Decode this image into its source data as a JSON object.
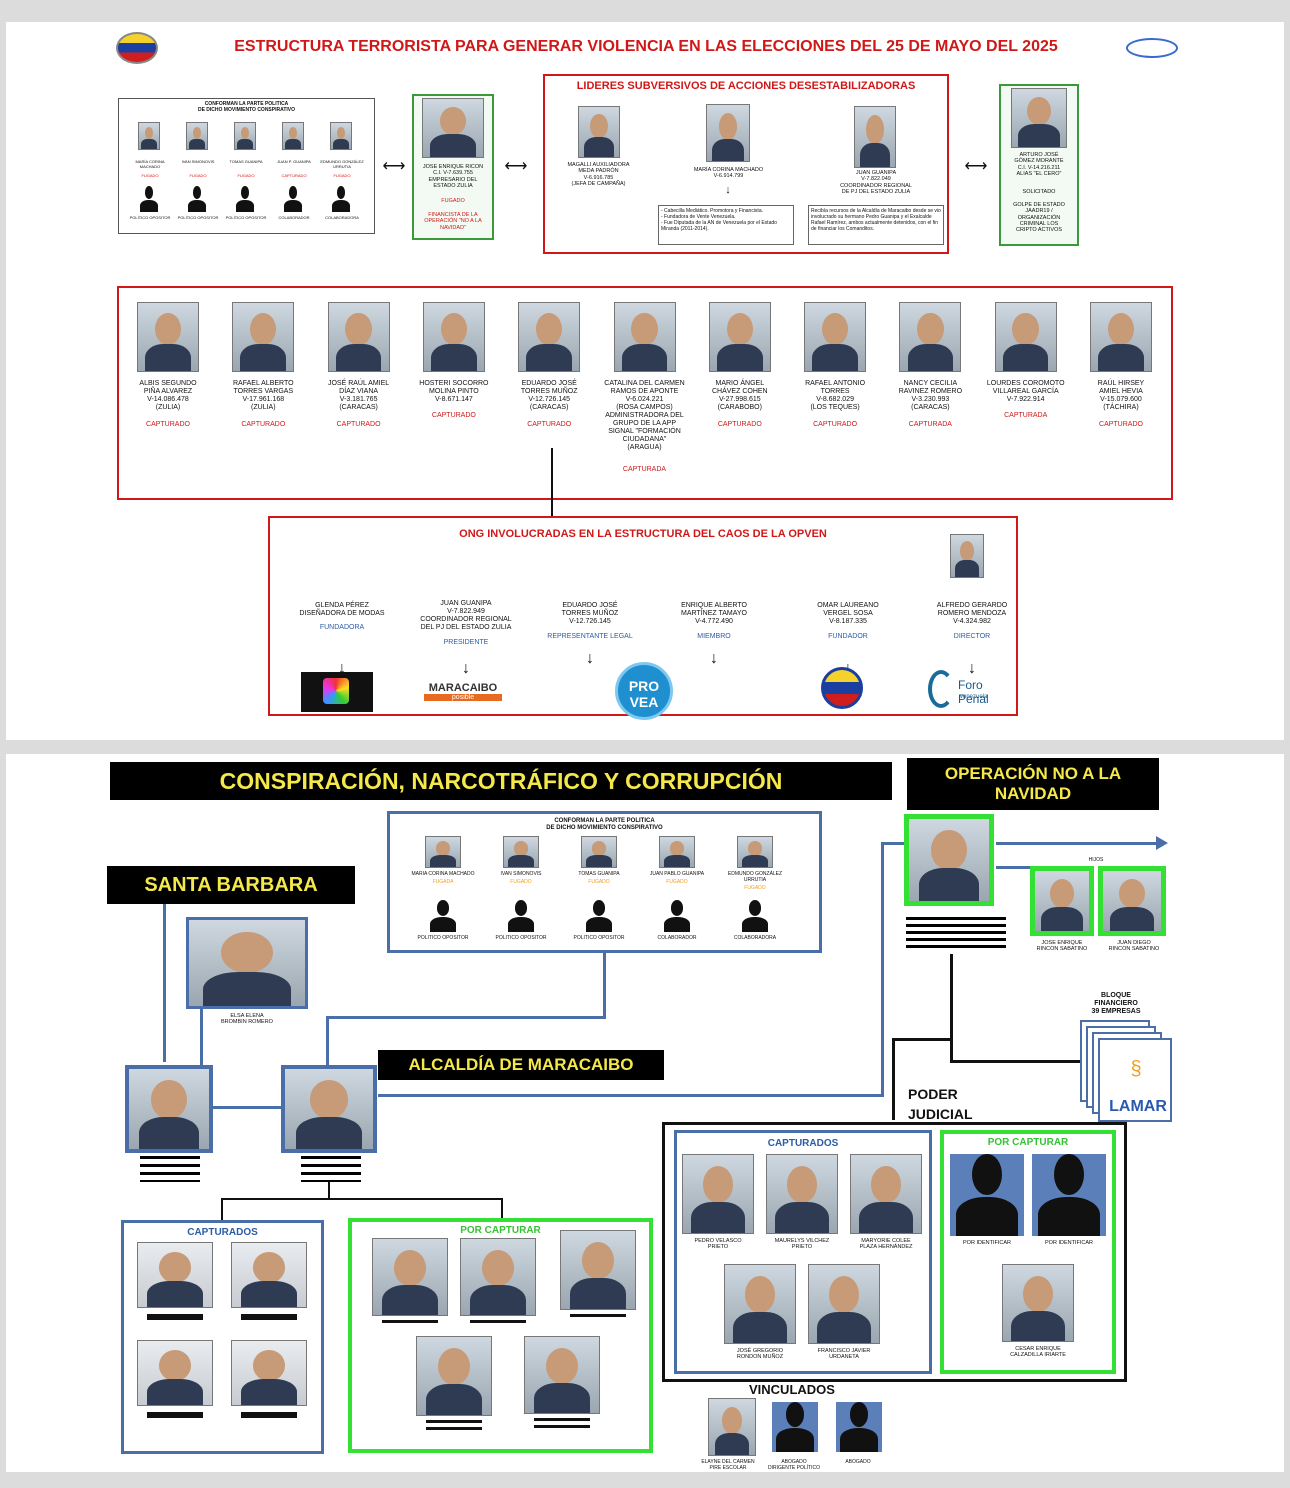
{
  "top": {
    "title": "ESTRUCTURA TERRORISTA PARA GENERAR VIOLENCIA EN LAS ELECCIONES DEL 25 DE MAYO DEL 2025",
    "political_box": {
      "header": "CONFORMAN LA PARTE POLITICA\nDE DICHO MOVIMIENTO CONSPIRATIVO",
      "members": [
        {
          "name": "MARÍA CORINA\nMACHADO",
          "status": "FUGADO"
        },
        {
          "name": "IVAN SIMONOVIS",
          "status": "FUGADO"
        },
        {
          "name": "TOMAS GUANIPA",
          "status": "FUGADO"
        },
        {
          "name": "JUAN P. GUANIPA",
          "status": "CAPTURADO"
        },
        {
          "name": "EDMUNDO GONZÁLEZ\nURRUTIA",
          "status": "FUGADO"
        }
      ],
      "roles": [
        "POLÍTICO OPOSITOR",
        "POLÍTICO OPOSITOR",
        "POLÍTICO OPOSITOR",
        "COLABORADOR",
        "COLABORADORA"
      ]
    },
    "rincon": {
      "text": "JOSE ENRIQUE RICON\nC.I. V-7.639.755\nEMPRESARIO DEL\nESTADO ZULIA",
      "status": "FUGADO",
      "role": "FINANCISTA DE LA\nOPERACIÓN \"NO A LA\nNAVIDAD\""
    },
    "leaders": {
      "header": "LIDERES SUBVERSIVOS DE ACCIONES DESESTABILIZADORAS",
      "people": [
        {
          "text": "MAGALLI AUXILIADORA\nMEDA PADRÓN\nV-6.916.785\n(JEFA DE CAMPAÑA)"
        },
        {
          "text": "MARÍA CORINA MACHADO\nV-6.914.799"
        },
        {
          "text": "JUAN GUANIPA\nV-7.822.049\nCOORDINADOR REGIONAL\nDE PJ DEL ESTADO ZULIA"
        }
      ],
      "note1": "- Cabecilla Mediático. Promotora y Financista.\n- Fundadora de Vente Venezuela.\n- Fue Diputada de la AN de Venezuela por el Estado Miranda (2011-2014).",
      "note2": "Recibía recursos de la Alcaldía de Maracaibo desde se vio involucrado su hermano Pedro Guanipa y el Exalcalde Rafael Ramírez, ambos actualmente detenidos, con el fin de financiar los Comanditos."
    },
    "arturo": {
      "text": "ARTURO JOSÉ\nGÓMEZ MORANTE\nC.I. V-14.216.211\nALIAS \"EL CERO\"",
      "status": "SOLICITADO",
      "role": "GOLPE DE ESTADO\nJAADR19 /\nORGANIZACIÓN\nCRIMINAL LOS\nCRIPTO ACTIVOS"
    },
    "captured": [
      {
        "text": "ALBIS SEGUNDO\nPIÑA ALVAREZ\nV-14.086.478\n(ZULIA)",
        "status": "CAPTURADO"
      },
      {
        "text": "RAFAEL ALBERTO\nTORRES VARGAS\nV-17.961.168\n(ZULIA)",
        "status": "CAPTURADO"
      },
      {
        "text": "JOSÉ RAÚL AMIEL\nDÍAZ VIANA\nV-3.181.765\n(CARACAS)",
        "status": "CAPTURADO"
      },
      {
        "text": "HOSTERI SOCORRO\nMOLINA PINTO\nV-8.671.147",
        "status": "CAPTURADO"
      },
      {
        "text": "EDUARDO JOSÉ\nTORRES MUÑOZ\nV-12.726.145\n(CARACAS)",
        "status": "CAPTURADO"
      },
      {
        "text": "CATALINA DEL CARMEN\nRAMOS DE APONTE\nV-6.024.221\n(ROSA CAMPOS)\nADMINISTRADORA DEL\nGRUPO DE LA APP\nSIGNAL \"FORMACIÓN\nCIUDADANA\"\n(ARAGUA)",
        "status": "CAPTURADA"
      },
      {
        "text": "MARIO ÁNGEL\nCHÁVEZ COHEN\nV-27.998.615\n(CARABOBO)",
        "status": "CAPTURADO"
      },
      {
        "text": "RAFAEL ANTONIO\nTORRES\nV-8.682.029\n(LOS TEQUES)",
        "status": "CAPTURADO"
      },
      {
        "text": "NANCY CECILIA\nRAVINEZ ROMERO\nV-3.230.993\n(CARACAS)",
        "status": "CAPTURADA"
      },
      {
        "text": "LOURDES COROMOTO\nVILLAREAL GARCÍA\nV-7.922.914",
        "status": "CAPTURADA"
      },
      {
        "text": "RAÚL HIRSEY\nAMIEL HEVIA\nV-15.079.600\n(TÁCHIRA)",
        "status": "CAPTURADO"
      }
    ],
    "ong": {
      "header": "ONG INVOLUCRADAS EN LA ESTRUCTURA DEL CAOS DE LA OPVEN",
      "people": [
        {
          "text": "GLENDA PÉREZ\nDISEÑADORA DE MODAS",
          "role": "FUNDADORA"
        },
        {
          "text": "JUAN GUANIPA\nV-7.822.949\nCOORDINADOR REGIONAL\nDEL PJ DEL ESTADO ZULIA",
          "role": "PRESIDENTE"
        },
        {
          "text": "EDUARDO JOSÉ\nTORRES MUÑOZ\nV-12.726.145",
          "role": "REPRESENTANTE LEGAL"
        },
        {
          "text": "ENRIQUE ALBERTO\nMARTÍNEZ TAMAYO\nV-4.772.490",
          "role": "MIEMBRO"
        },
        {
          "text": "OMAR LAUREANO\nVERGEL SOSA\nV-8.187.335",
          "role": "FUNDADOR"
        },
        {
          "text": "ALFREDO GERARDO\nROMERO MENDOZA\nV-4.324.982",
          "role": "DIRECTOR"
        }
      ],
      "logos": {
        "maracaibo": "MARACAIBO",
        "maracaibo_sub": "posible",
        "provea": "PRO\nVEA",
        "foro": "Foro Penal",
        "foro_sub": "venezuela"
      }
    }
  },
  "bottom": {
    "title": "CONSPIRACIÓN, NARCOTRÁFICO Y CORRUPCIÓN",
    "op_title": "OPERACIÓN NO A LA\nNAVIDAD",
    "political_box": {
      "header": "CONFORMAN LA PARTE POLITICA\nDE DICHO MOVIMIENTO CONSPIRATIVO",
      "members": [
        {
          "name": "MARIA CORINA MACHADO",
          "status": "FUGADA"
        },
        {
          "name": "IVAN SIMONOVIS",
          "status": "FUGADO"
        },
        {
          "name": "TOMAS GUANIPA",
          "status": "FUGADO"
        },
        {
          "name": "JUAN PABLO GUANIPA",
          "status": "FUGADO"
        },
        {
          "name": "EDMUNDO GONZÁLEZ\nURRUTIA",
          "status": "FUGADO"
        }
      ],
      "roles": [
        "POLITICO OPOSITOR",
        "POLITICO OPOSITOR",
        "POLITICO OPOSITOR",
        "COLABORADOR",
        "COLABORADORA"
      ]
    },
    "santa_barbara": "SANTA BARBARA",
    "elsa": "ELSA ELENA\nBROMBIN ROMERO",
    "alcaldia": "ALCALDÍA DE MARACAIBO",
    "hijos": "HIJOS",
    "sons": [
      "JOSE ENRIQUE\nRINCON SABATINO",
      "JUAN DIEGO\nRINCON SABATINO"
    ],
    "bloque": "BLOQUE\nFINANCIERO\n39 EMPRESAS",
    "lamar": "LAMAR",
    "poder": "PODER\nJUDICIAL",
    "capturados_label": "CAPTURADOS",
    "por_capturar_label": "POR CAPTURAR",
    "judicial_captured": [
      "PEDRO VELASCO\nPRIETO",
      "MAURELYS VILCHEZ\nPRIETO",
      "MARYORIE COLEE\nPLAZA HERNÁNDEZ",
      "JOSÉ GREGORIO\nRONDON MUÑOZ",
      "FRANCISCO JAVIER\nURDANETA"
    ],
    "judicial_wanted": [
      "POR IDENTIFICAR",
      "POR IDENTIFICAR",
      "CESAR ENRIQUE\nCALZADILLA IRIARTE"
    ],
    "vinculados": "VINCULADOS",
    "vinculados_people": [
      "ELAYNE DEL CARMEN\nPIRE ESCOLAR",
      "ABOGADO\nDIRIGENTE POLÍTICO",
      "ABOGADO"
    ],
    "colors": {
      "red": "#d01818",
      "blue": "#4a6ea8",
      "green": "#35e035",
      "yellow": "#f5e84a"
    }
  }
}
